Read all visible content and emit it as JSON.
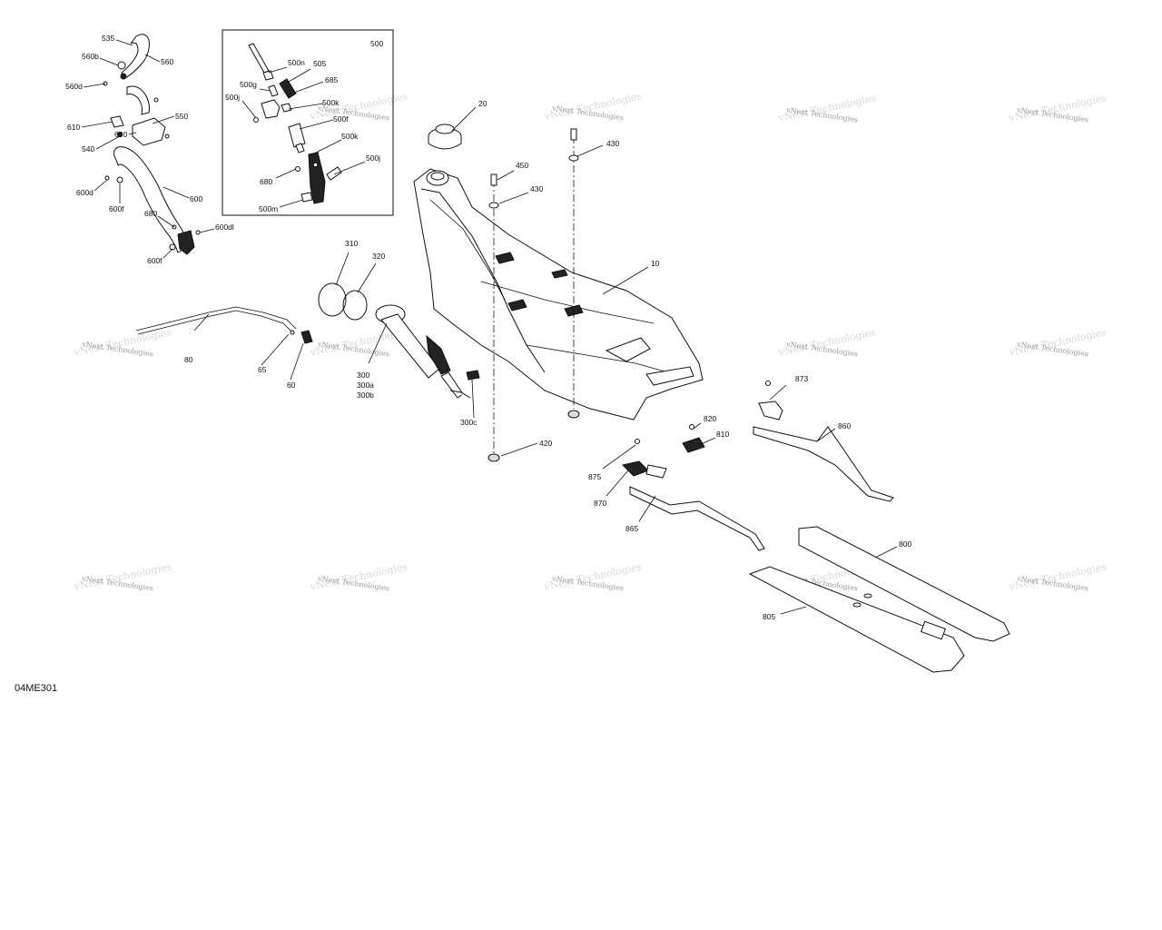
{
  "diagram_code": "04ME301",
  "inset_box_label": "500",
  "watermark_text": "vNext Technologies",
  "callouts": [
    {
      "id": "535",
      "label": "535"
    },
    {
      "id": "560",
      "label": "560"
    },
    {
      "id": "560b",
      "label": "560b"
    },
    {
      "id": "560d",
      "label": "560d"
    },
    {
      "id": "550",
      "label": "550"
    },
    {
      "id": "610",
      "label": "610"
    },
    {
      "id": "690",
      "label": "690"
    },
    {
      "id": "540",
      "label": "540"
    },
    {
      "id": "600d",
      "label": "600d"
    },
    {
      "id": "600",
      "label": "600"
    },
    {
      "id": "600f_a",
      "label": "600f"
    },
    {
      "id": "680_a",
      "label": "680"
    },
    {
      "id": "600dl",
      "label": "600dl"
    },
    {
      "id": "600f_b",
      "label": "600f"
    },
    {
      "id": "500n",
      "label": "500n"
    },
    {
      "id": "505",
      "label": "505"
    },
    {
      "id": "500g",
      "label": "500g"
    },
    {
      "id": "685",
      "label": "685"
    },
    {
      "id": "500j_a",
      "label": "500j"
    },
    {
      "id": "500k_a",
      "label": "500k"
    },
    {
      "id": "500f",
      "label": "500f"
    },
    {
      "id": "500k_b",
      "label": "500k"
    },
    {
      "id": "500j_b",
      "label": "500j"
    },
    {
      "id": "680_b",
      "label": "680"
    },
    {
      "id": "500m",
      "label": "500m"
    },
    {
      "id": "20",
      "label": "20"
    },
    {
      "id": "430_a",
      "label": "430"
    },
    {
      "id": "450",
      "label": "450"
    },
    {
      "id": "430_b",
      "label": "430"
    },
    {
      "id": "10",
      "label": "10"
    },
    {
      "id": "310",
      "label": "310"
    },
    {
      "id": "320",
      "label": "320"
    },
    {
      "id": "80",
      "label": "80"
    },
    {
      "id": "65",
      "label": "65"
    },
    {
      "id": "60",
      "label": "60"
    },
    {
      "id": "300",
      "label": "300"
    },
    {
      "id": "300a",
      "label": "300a"
    },
    {
      "id": "300b",
      "label": "300b"
    },
    {
      "id": "300c",
      "label": "300c"
    },
    {
      "id": "420",
      "label": "420"
    },
    {
      "id": "873",
      "label": "873"
    },
    {
      "id": "860",
      "label": "860"
    },
    {
      "id": "820",
      "label": "820"
    },
    {
      "id": "810",
      "label": "810"
    },
    {
      "id": "875",
      "label": "875"
    },
    {
      "id": "870",
      "label": "870"
    },
    {
      "id": "865",
      "label": "865"
    },
    {
      "id": "800",
      "label": "800"
    },
    {
      "id": "805",
      "label": "805"
    }
  ]
}
